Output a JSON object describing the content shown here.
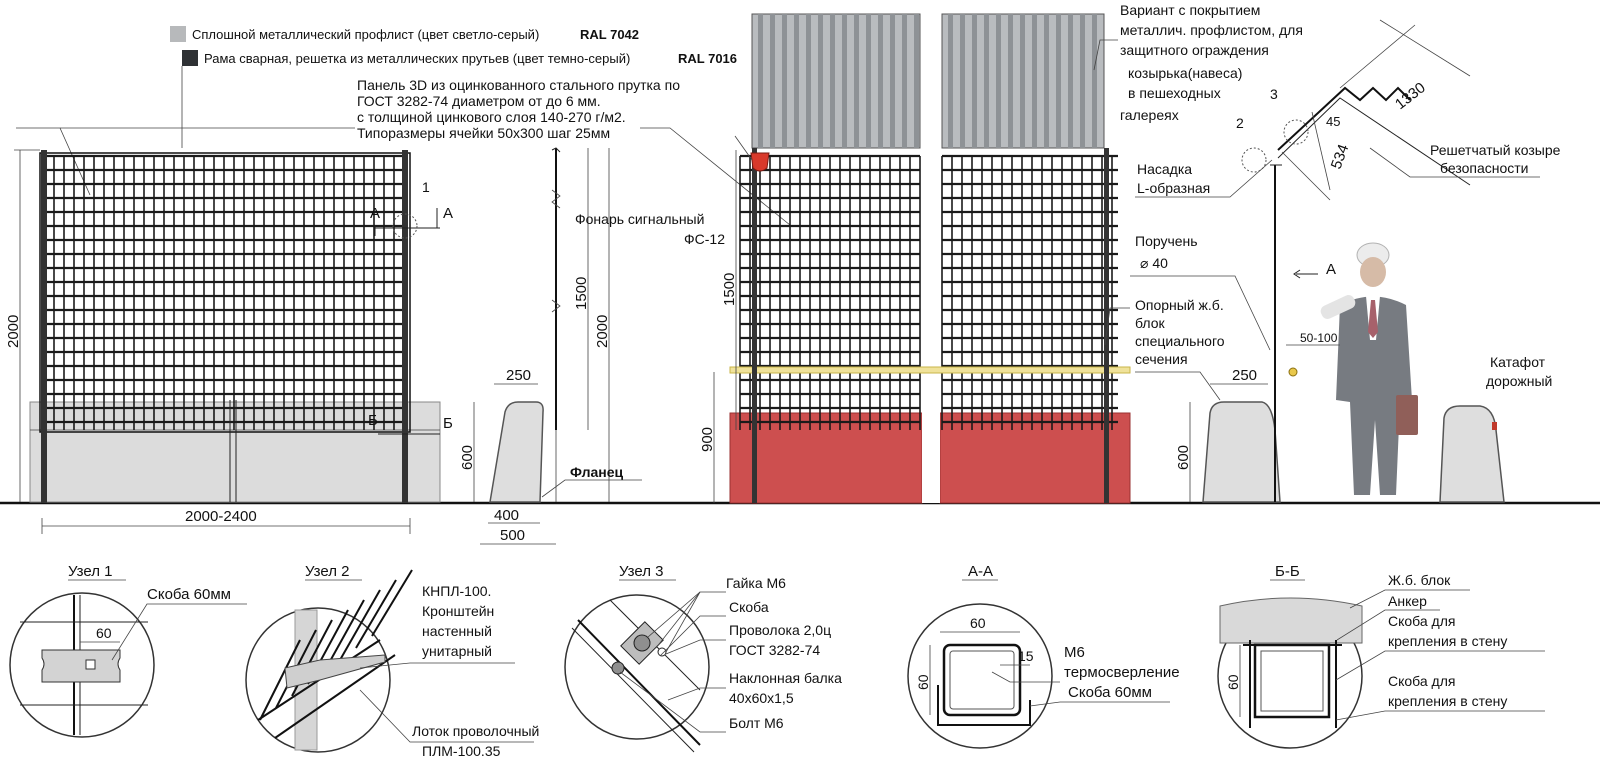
{
  "legend": {
    "light": {
      "text": "Сплошной металлический профлист  (цвет светло-серый)",
      "code": "RAL 7042",
      "color": "#b7b9bb"
    },
    "dark": {
      "text": "Рама сварная, решетка из металлических прутьев  (цвет темно-серый)",
      "code": "RAL 7016",
      "color": "#2e3134"
    }
  },
  "panel_desc": [
    "Панель 3D из оцинкованного стального прутка по",
    "ГОСТ 3282-74  диаметром от до 6 мм.",
    "с толщиной цинкового слоя 140-270 г/м2.",
    "Типоразмеры ячейки  50х300  шаг 25мм"
  ],
  "variant_note": [
    "Вариант с покрытием",
    "металлич. профлистом, для",
    "защитного ограждения",
    "козырька(навеса)",
    "в пешеходных",
    "галереях"
  ],
  "labels": {
    "lantern1": "Фонарь сигнальный",
    "lantern2": "ФС-12",
    "flange": "Фланец",
    "nozzle1": "Насадка",
    "nozzle2": "L-образная",
    "visor1": "Решетчатый козыре",
    "visor2": "безопасности",
    "rail1": "Поручень",
    "rail2": "⌀ 40",
    "block1": "Опорный ж.б.",
    "block2": "блок",
    "block3": "специального",
    "block4": "сечения",
    "cat1": "Катафот",
    "cat2": "дорожный",
    "markA": "А",
    "markB": "Б",
    "node1": "1",
    "node2": "2",
    "node3": "3"
  },
  "dims": {
    "h2000": "2000",
    "w2000_2400": "2000-2400",
    "d250": "250",
    "d600": "600",
    "d400": "400",
    "d500": "500",
    "d1500": "1500",
    "d900": "900",
    "d1330": "1330",
    "d534": "534",
    "d45": "45",
    "d50_100": "50-100"
  },
  "details": {
    "n1": {
      "title": "Узел 1",
      "label": "Скоба 60мм",
      "dim": "60"
    },
    "n2": {
      "title": "Узел 2",
      "lines": [
        "КНПЛ-100.",
        "Кронштейн",
        "настенный",
        "унитарный"
      ],
      "tray1": "Лоток проволочный",
      "tray2": "ПЛМ-100.35"
    },
    "n3": {
      "title": "Узел 3",
      "items": [
        "Гайка М6",
        "Скоба",
        "Проволока 2,0ц",
        "ГОСТ 3282-74",
        "Наклонная балка",
        "40х60х1,5",
        "Болт М6"
      ]
    },
    "aa": {
      "title": "А-А",
      "d60a": "60",
      "d60b": "60",
      "d15": "15",
      "m6": "М6",
      "thermo": "термосверление",
      "clip": "Скоба 60мм"
    },
    "bb": {
      "title": "Б-Б",
      "block": "Ж.б. блок",
      "anchor": "Анкер",
      "clip1a": "Скоба для",
      "clip1b": "крепления в стену",
      "clip2a": "Скоба для",
      "clip2b": "крепления в стену",
      "d60": "60"
    }
  }
}
